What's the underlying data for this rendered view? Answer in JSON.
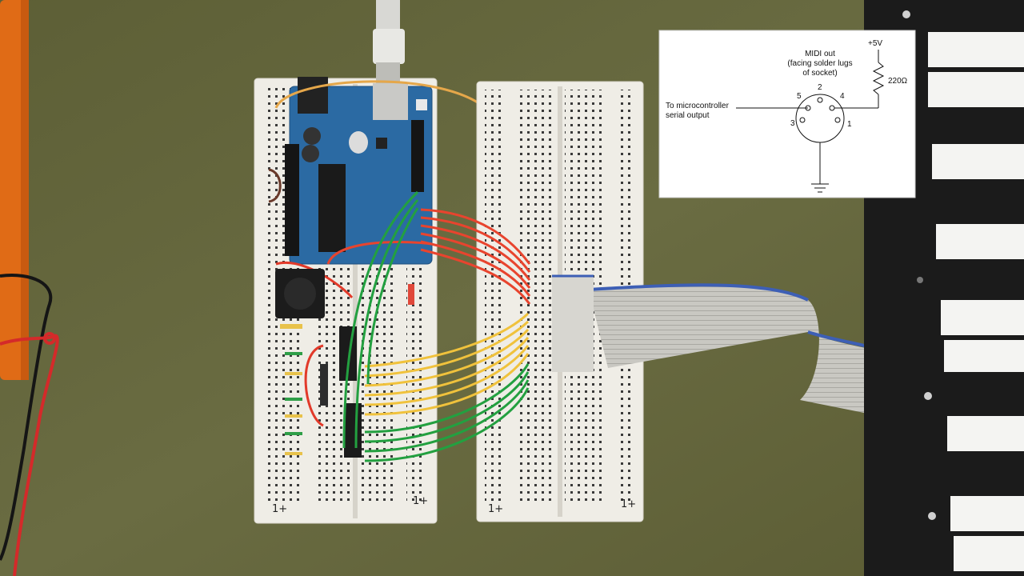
{
  "colors": {
    "felt": "#66683e",
    "breadboard": "#efede6",
    "arduino": "#2b6aa3",
    "wire_red": "#e23a2a",
    "wire_orange": "#f07a30",
    "wire_yellow": "#f0c23c",
    "wire_green": "#1f9a3a",
    "ribbon": "#c7c6c0",
    "keyboard_black": "#1b1b1b",
    "keyboard_white": "#f4f4f2"
  },
  "schematic": {
    "title_line1": "MIDI out",
    "title_line2": "(facing solder lugs",
    "title_line3": "of socket)",
    "input_line1": "To microcontroller",
    "input_line2": "serial output",
    "supply": "+5V",
    "resistor": "220Ω",
    "pin5": "5",
    "pin2": "2",
    "pin4": "4",
    "pin3": "3",
    "pin1": "1"
  },
  "rails": {
    "left_bottom_1": "1+",
    "left_bottom_2": "1+",
    "right_bottom_1": "1+",
    "right_bottom_2": "1+"
  }
}
